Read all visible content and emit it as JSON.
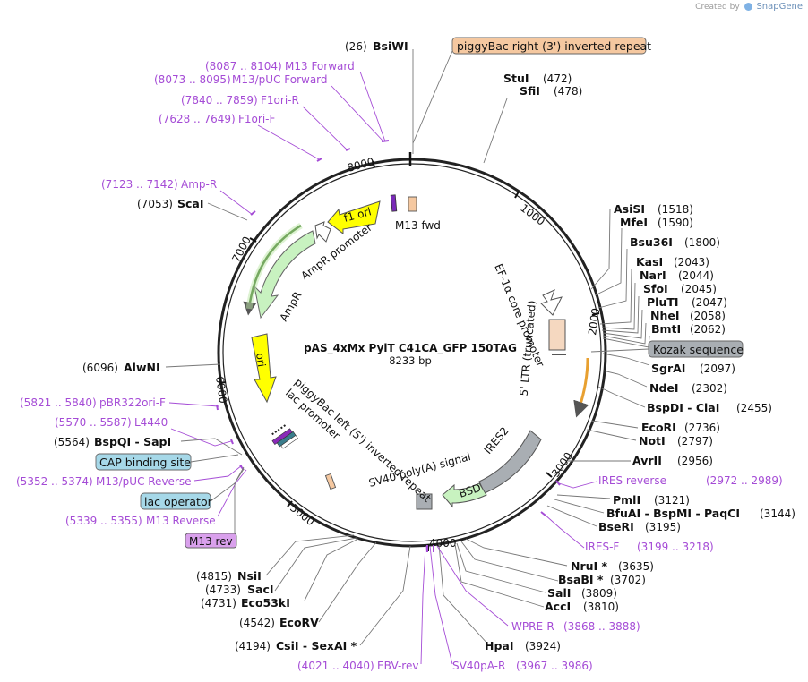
{
  "credit": {
    "prefix": "Created by",
    "brand": "SnapGene"
  },
  "plasmid": {
    "name": "pAS_4xMx PylT C41CA_GFP 150TAG",
    "size": "8233 bp"
  },
  "colors": {
    "primer": "#a54cd6",
    "backbone": "#222222",
    "feature_green": "#c8f2c0",
    "feature_yellow": "#ffff00",
    "feature_orange": "#f5c8a0",
    "feature_gray": "#a9aeb3",
    "feature_white": "#ffffff"
  },
  "ticks": [
    "1000",
    "2000",
    "3000",
    "4000",
    "5000",
    "6000",
    "7000",
    "8000"
  ],
  "inner_labels": {
    "m13_fwd": "M13 fwd",
    "f1_ori": "f1 ori",
    "ampr_promoter": "AmpR promoter",
    "ampr": "AmpR",
    "ori": "ori",
    "ef1a": "EF-1α core promoter",
    "ltr": "5' LTR (truncated)",
    "pb_left": "piggyBac left (5') inverted repeat",
    "lac_promoter": "lac promoter",
    "sv40": "SV40 poly(A) signal",
    "ires2": "IRES2",
    "bsd": "BSD"
  },
  "boxed_labels": {
    "pb_right": "piggyBac right (3') inverted repeat",
    "kozak": "Kozak sequence",
    "cap": "CAP binding site",
    "lac_op": "lac operator",
    "m13_rev": "M13 rev"
  },
  "sites": [
    {
      "name": "BsiWI",
      "pos": "(26)"
    },
    {
      "name": "StuI",
      "pos": "(472)"
    },
    {
      "name": "SfiI",
      "pos": "(478)"
    },
    {
      "name": "AsiSI",
      "pos": "(1518)"
    },
    {
      "name": "MfeI",
      "pos": "(1590)"
    },
    {
      "name": "Bsu36I",
      "pos": "(1800)"
    },
    {
      "name": "KasI",
      "pos": "(2043)"
    },
    {
      "name": "NarI",
      "pos": "(2044)"
    },
    {
      "name": "SfoI",
      "pos": "(2045)"
    },
    {
      "name": "PluTI",
      "pos": "(2047)"
    },
    {
      "name": "NheI",
      "pos": "(2058)"
    },
    {
      "name": "BmtI",
      "pos": "(2062)"
    },
    {
      "name": "SgrAI",
      "pos": "(2097)"
    },
    {
      "name": "NdeI",
      "pos": "(2302)"
    },
    {
      "name": "BspDI - ClaI",
      "pos": "(2455)"
    },
    {
      "name": "EcoRI",
      "pos": "(2736)"
    },
    {
      "name": "NotI",
      "pos": "(2797)"
    },
    {
      "name": "AvrII",
      "pos": "(2956)"
    },
    {
      "name": "PmlI",
      "pos": "(3121)"
    },
    {
      "name": "BfuAI - BspMI - PaqCI",
      "pos": "(3144)"
    },
    {
      "name": "BseRI",
      "pos": "(3195)"
    },
    {
      "name": "NruI *",
      "pos": "(3635)"
    },
    {
      "name": "BsaBI *",
      "pos": "(3702)"
    },
    {
      "name": "SalI",
      "pos": "(3809)"
    },
    {
      "name": "AccI",
      "pos": "(3810)"
    },
    {
      "name": "HpaI",
      "pos": "(3924)"
    },
    {
      "name": "CsiI - SexAI *",
      "pos": "(4194)"
    },
    {
      "name": "EcoRV",
      "pos": "(4542)"
    },
    {
      "name": "Eco53kI",
      "pos": "(4731)"
    },
    {
      "name": "SacI",
      "pos": "(4733)"
    },
    {
      "name": "NsiI",
      "pos": "(4815)"
    },
    {
      "name": "BspQI - SapI",
      "pos": "(5564)"
    },
    {
      "name": "AlwNI",
      "pos": "(6096)"
    },
    {
      "name": "ScaI",
      "pos": "(7053)"
    }
  ],
  "primers": [
    {
      "name": "M13 Forward",
      "range": "(8087 .. 8104)"
    },
    {
      "name": "M13/pUC Forward",
      "range": "(8073 .. 8095)"
    },
    {
      "name": "F1ori-R",
      "range": "(7840 .. 7859)"
    },
    {
      "name": "F1ori-F",
      "range": "(7628 .. 7649)"
    },
    {
      "name": "Amp-R",
      "range": "(7123 .. 7142)"
    },
    {
      "name": "pBR322ori-F",
      "range": "(5821 .. 5840)"
    },
    {
      "name": "L4440",
      "range": "(5570 .. 5587)"
    },
    {
      "name": "M13/pUC Reverse",
      "range": "(5352 .. 5374)"
    },
    {
      "name": "M13 Reverse",
      "range": "(5339 .. 5355)"
    },
    {
      "name": "IRES reverse",
      "range": "(2972 .. 2989)"
    },
    {
      "name": "IRES-F",
      "range": "(3199 .. 3218)"
    },
    {
      "name": "WPRE-R",
      "range": "(3868 .. 3888)"
    },
    {
      "name": "SV40pA-R",
      "range": "(3967 .. 3986)"
    },
    {
      "name": "EBV-rev",
      "range": "(4021 .. 4040)"
    }
  ]
}
